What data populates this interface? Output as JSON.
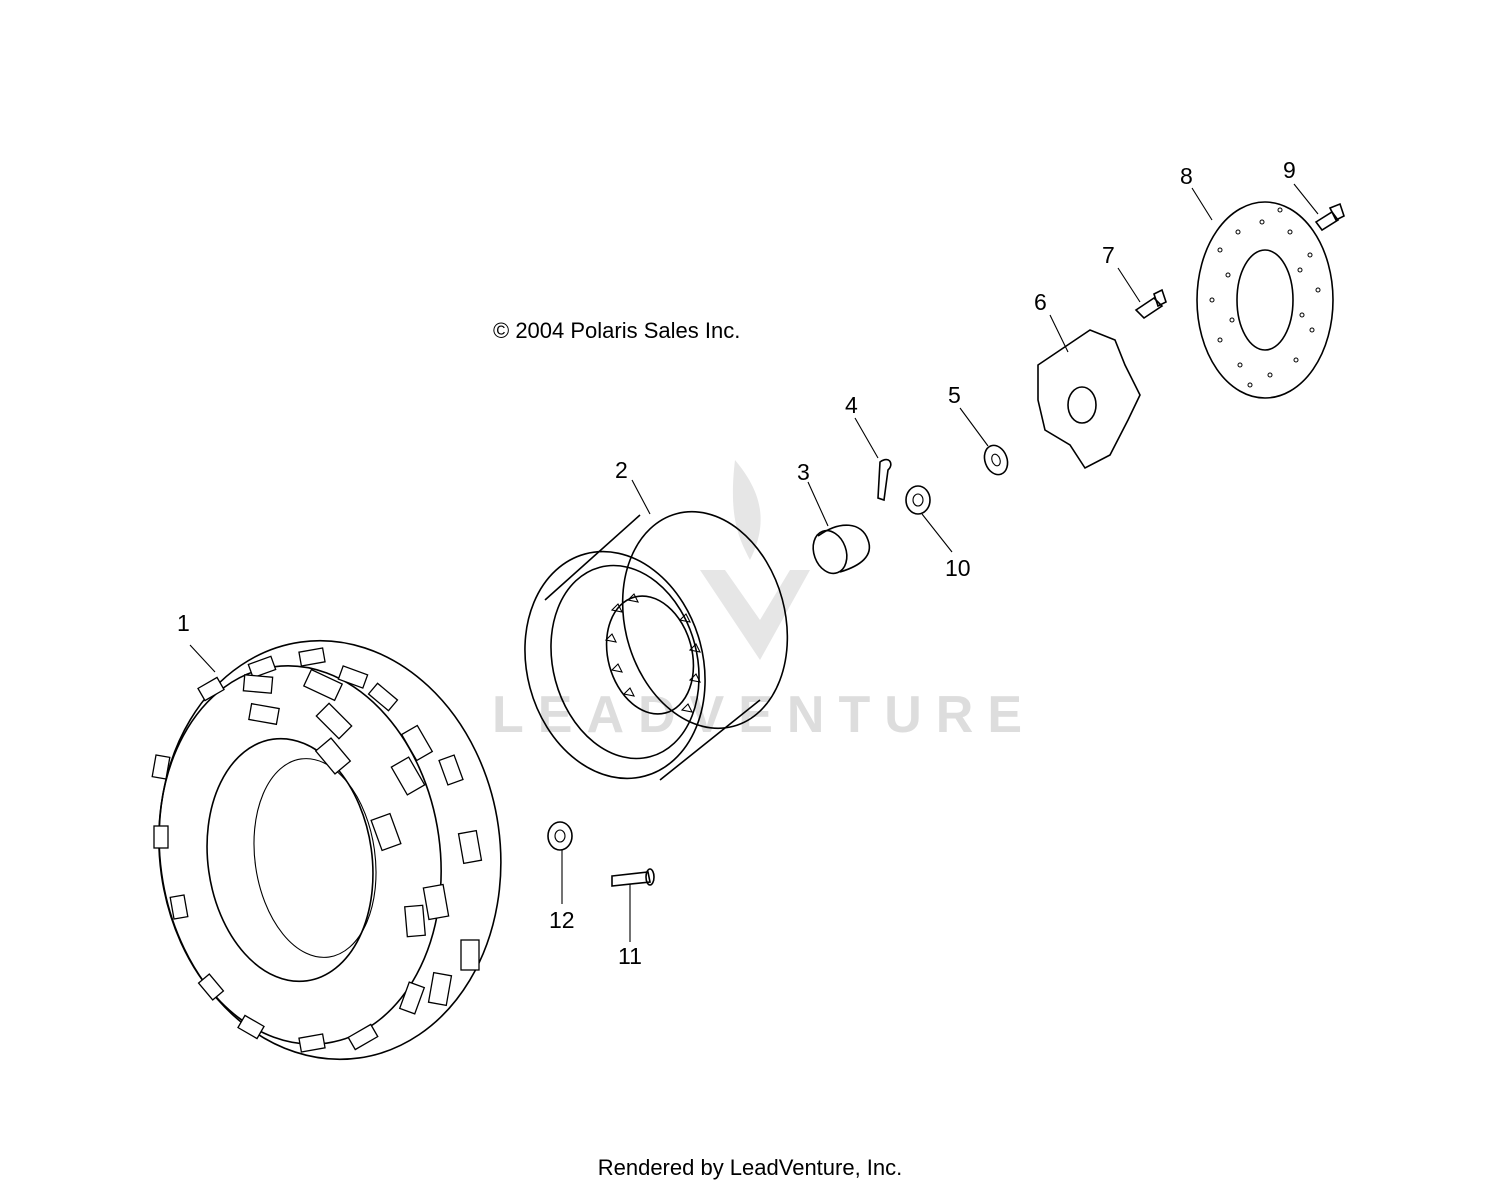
{
  "copyright": "© 2004 Polaris Sales Inc.",
  "footer": "Rendered by LeadVenture, Inc.",
  "watermark": "LEADVENTURE",
  "callouts": [
    "1",
    "2",
    "3",
    "4",
    "5",
    "6",
    "7",
    "8",
    "9",
    "10",
    "11",
    "12"
  ],
  "colors": {
    "lines": "#000000",
    "watermark": "#dddddd",
    "background": "#ffffff"
  }
}
